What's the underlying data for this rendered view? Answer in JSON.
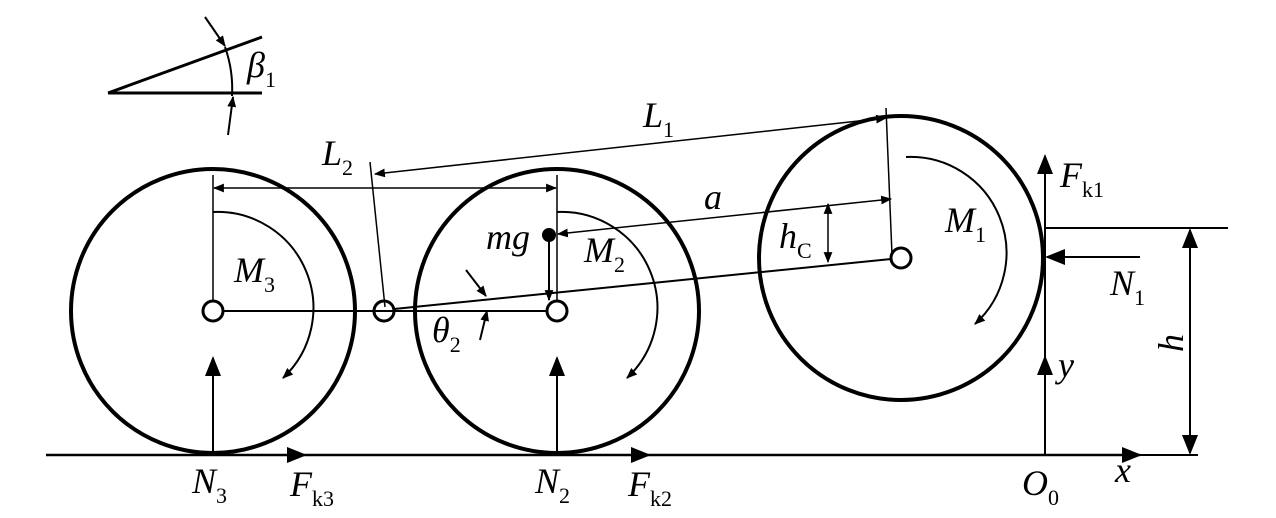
{
  "labels": {
    "beta": {
      "main": "β",
      "sub": "1"
    },
    "L1": {
      "main": "L",
      "sub": "1"
    },
    "L2": {
      "main": "L",
      "sub": "2"
    },
    "a": {
      "main": "a",
      "sub": ""
    },
    "mg": {
      "main": "mg",
      "sub": ""
    },
    "hC": {
      "main": "h",
      "sub": "C"
    },
    "M1": {
      "main": "M",
      "sub": "1"
    },
    "M2": {
      "main": "M",
      "sub": "2"
    },
    "M3": {
      "main": "M",
      "sub": "3"
    },
    "theta2": {
      "main": "θ",
      "sub": "2"
    },
    "Fk1": {
      "main": "F",
      "sub": "k1"
    },
    "N1": {
      "main": "N",
      "sub": "1"
    },
    "h": {
      "main": "h",
      "sub": ""
    },
    "y": {
      "main": "y",
      "sub": ""
    },
    "x": {
      "main": "x",
      "sub": ""
    },
    "O0": {
      "main": "O",
      "sub": "0"
    },
    "N2": {
      "main": "N",
      "sub": "2"
    },
    "N3": {
      "main": "N",
      "sub": "3"
    },
    "Fk2": {
      "main": "F",
      "sub": "k2"
    },
    "Fk3": {
      "main": "F",
      "sub": "k3"
    }
  }
}
